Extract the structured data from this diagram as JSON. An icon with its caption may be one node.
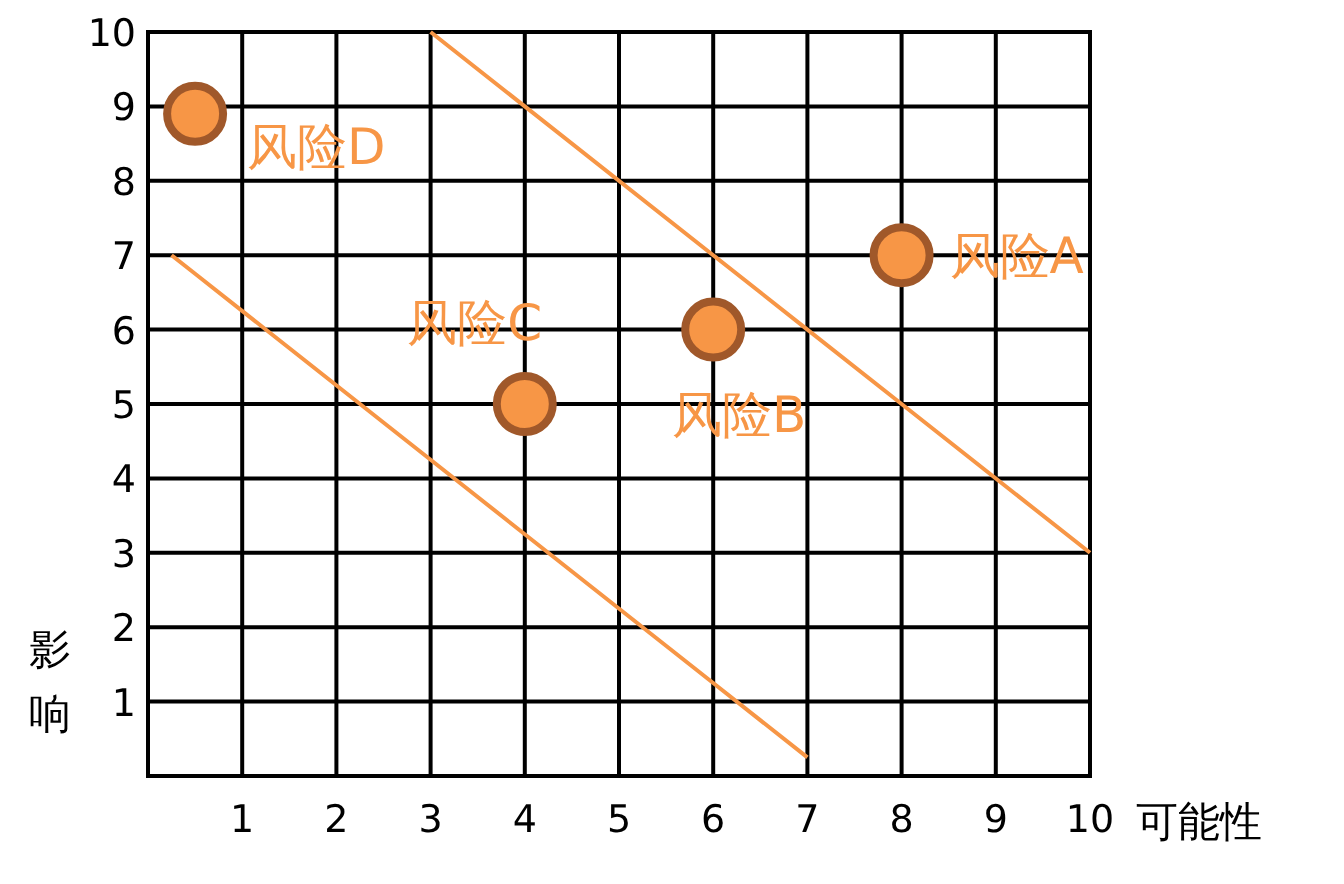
{
  "diagram": {
    "chart_data": {
      "type": "scatter",
      "xlabel": "可能性",
      "ylabel": "影响",
      "x": [
        0.25,
        0.5,
        3,
        4,
        6,
        7,
        8,
        10
      ],
      "series": [
        {
          "color": "#f79646",
          "values": [
            null,
            8.9,
            null,
            5,
            6,
            null,
            7,
            null
          ]
        },
        {
          "color": "#f79646",
          "type": "line",
          "values": [
            null,
            null,
            10,
            9,
            7,
            6,
            5,
            3
          ]
        },
        {
          "color": "#f79646",
          "type": "line",
          "values": [
            7,
            6.75,
            4.25,
            3.25,
            1.25,
            0.25,
            null,
            null
          ]
        }
      ],
      "xlim": [
        0,
        10
      ],
      "ylim": [
        0,
        10
      ],
      "xticks": [
        1,
        2,
        3,
        4,
        5,
        6,
        7,
        8,
        9,
        10
      ],
      "yticks": [
        1,
        2,
        3,
        4,
        5,
        6,
        7,
        8,
        9,
        10
      ],
      "grid": true,
      "annotations": [
        {
          "text": "风险A",
          "x": 8,
          "y": 7
        },
        {
          "text": "风险B",
          "x": 6,
          "y": 6
        },
        {
          "text": "风险C",
          "x": 4,
          "y": 5
        },
        {
          "text": "风险D",
          "x": 0.5,
          "y": 8.9
        }
      ]
    }
  }
}
